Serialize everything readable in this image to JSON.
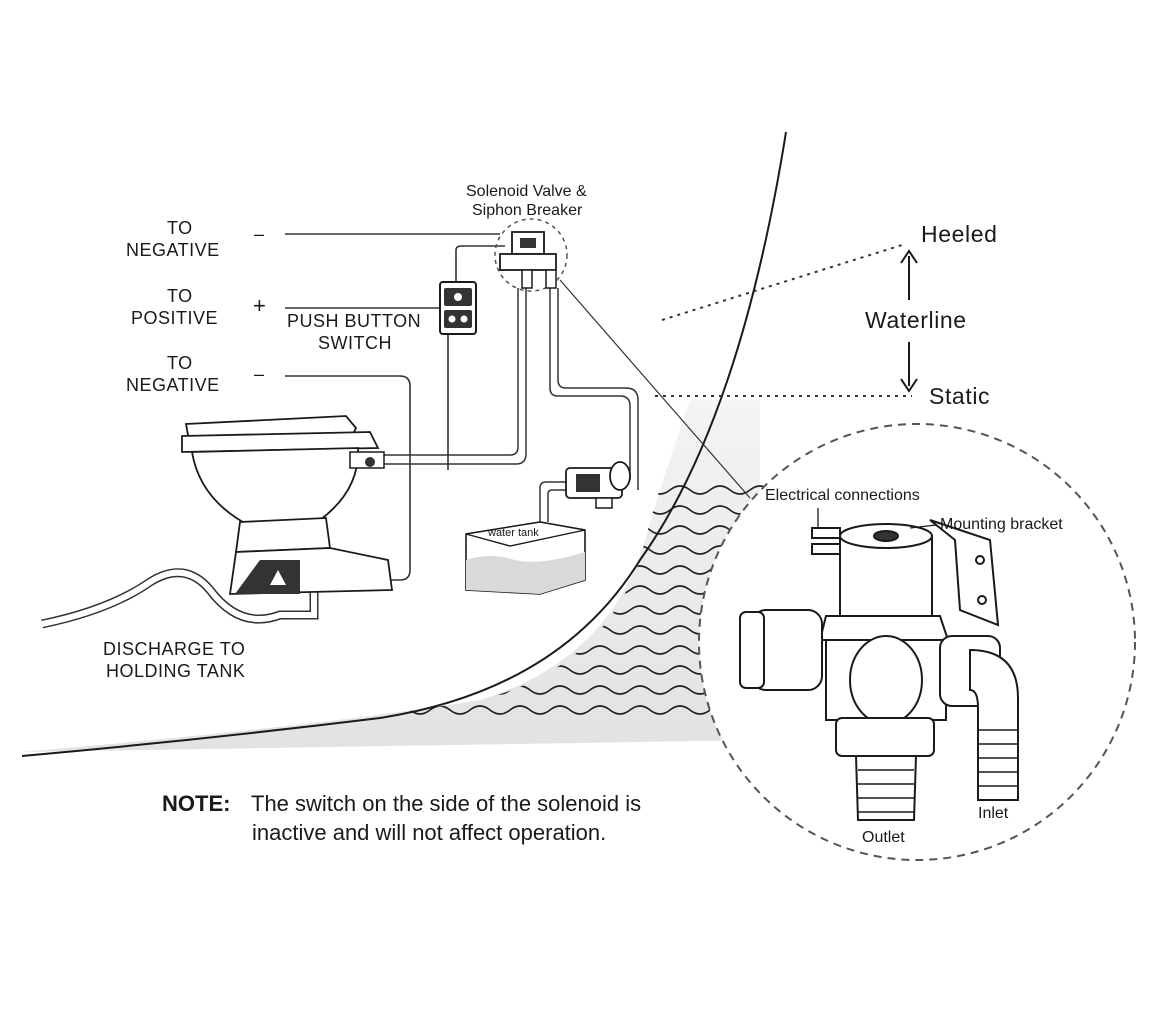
{
  "labels": {
    "solenoid_valve_line1": "Solenoid Valve &",
    "solenoid_valve_line2": "Siphon Breaker",
    "to_negative_top_line1": "TO",
    "to_negative_top_line2": "NEGATIVE",
    "to_positive_line1": "TO",
    "to_positive_line2": "POSITIVE",
    "to_negative_bottom_line1": "TO",
    "to_negative_bottom_line2": "NEGATIVE",
    "minus_top": "–",
    "plus": "+",
    "minus_bottom": "–",
    "push_button_line1": "PUSH BUTTON",
    "push_button_line2": "SWITCH",
    "discharge_line1": "DISCHARGE TO",
    "discharge_line2": "HOLDING TANK",
    "water_tank": "water tank",
    "heeled": "Heeled",
    "waterline": "Waterline",
    "static": "Static",
    "electrical_connections": "Electrical connections",
    "mounting_bracket": "Mounting bracket",
    "outlet": "Outlet",
    "inlet": "Inlet"
  },
  "note": {
    "prefix": "NOTE:",
    "line1": "The switch on the side of the solenoid is",
    "line2": "inactive and will not affect operation."
  },
  "colors": {
    "ink": "#1a1a1a",
    "water_shade": "#e6e6e6",
    "background": "#ffffff"
  }
}
